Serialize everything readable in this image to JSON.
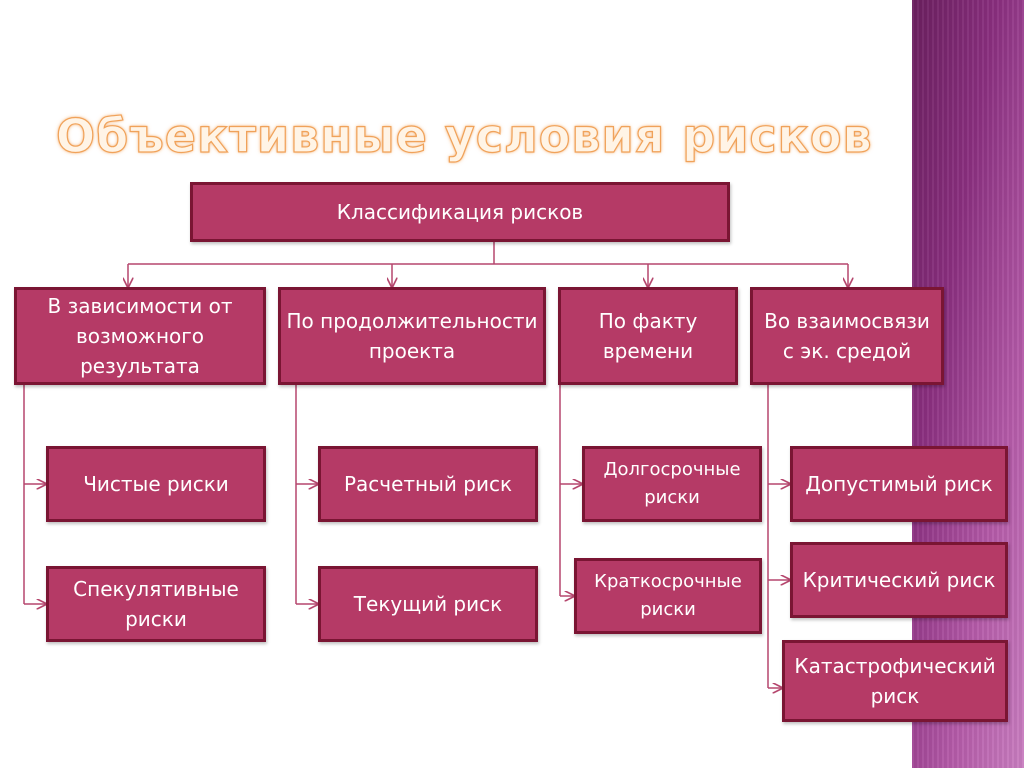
{
  "slide": {
    "title": "Объективные условия рисков",
    "root": "Классификация рисков",
    "categories": [
      "В зависимости от возможного результата",
      "По продолжительности проекта",
      "По факту времени",
      "Во взаимосвязи с эк. средой"
    ],
    "leaves": {
      "result": [
        "Чистые риски",
        "Спекулятивные риски"
      ],
      "duration": [
        "Расчетный риск",
        "Текущий риск"
      ],
      "time": [
        "Долгосрочные риски",
        "Краткосрочные риски"
      ],
      "environment": [
        "Допустимый риск",
        "Критический риск",
        "Катастрофический риск"
      ]
    }
  },
  "colors": {
    "node_fill": "#b53a66",
    "node_border": "#7a1533",
    "connector": "#b5476e",
    "title_glow": "#f0a25a",
    "sidebar": "#8a2f7f"
  }
}
